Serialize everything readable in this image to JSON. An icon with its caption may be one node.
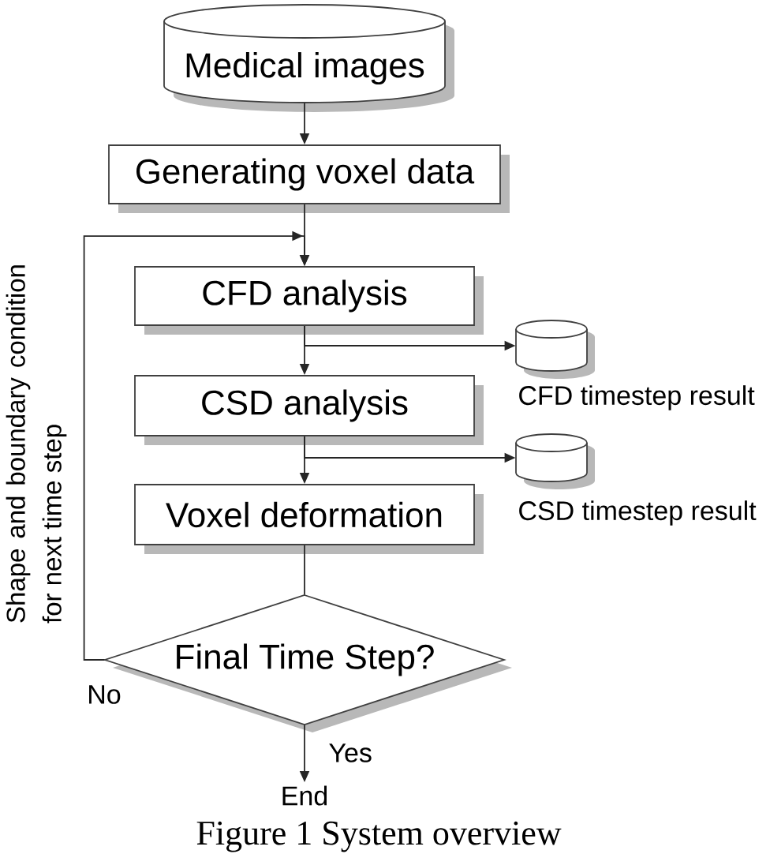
{
  "diagram": {
    "caption": "Figure 1 System overview",
    "nodes": [
      {
        "text": [
          "Medical images"
        ]
      },
      {
        "text": [
          "Generating voxel data"
        ]
      },
      {
        "text": [
          "CFD analysis"
        ]
      },
      {
        "text": [],
        "shape": "cylinder",
        "beside": [
          "CFD timestep result"
        ]
      },
      {
        "text": [
          "CSD analysis"
        ]
      },
      {
        "text": [],
        "shape": "cylinder",
        "beside": [
          "CSD timestep result"
        ]
      },
      {
        "text": [
          "Voxel deformation"
        ]
      },
      {
        "text": [
          "Final Time Step?"
        ]
      },
      {
        "text": [
          "End"
        ]
      }
    ],
    "edges": [
      {
        "from": 0,
        "to": 1,
        "arrow": "to"
      },
      {
        "from": 1,
        "to": 2,
        "arrow": "to"
      },
      {
        "from": 2,
        "to": 4,
        "arrow": "to"
      },
      {
        "from": 2,
        "to": 3,
        "arrow": "to"
      },
      {
        "from": 4,
        "to": 6,
        "arrow": "to"
      },
      {
        "from": 4,
        "to": 5,
        "arrow": "to"
      },
      {
        "from": 6,
        "to": 7,
        "arrow": "none"
      },
      {
        "from": 7,
        "to": 8,
        "arrow": "to",
        "label": "Yes"
      },
      {
        "from": 7,
        "to": 2,
        "arrow": "to",
        "label": "No"
      }
    ],
    "labels": [
      "Shape and boundary condition for next time step"
    ]
  }
}
